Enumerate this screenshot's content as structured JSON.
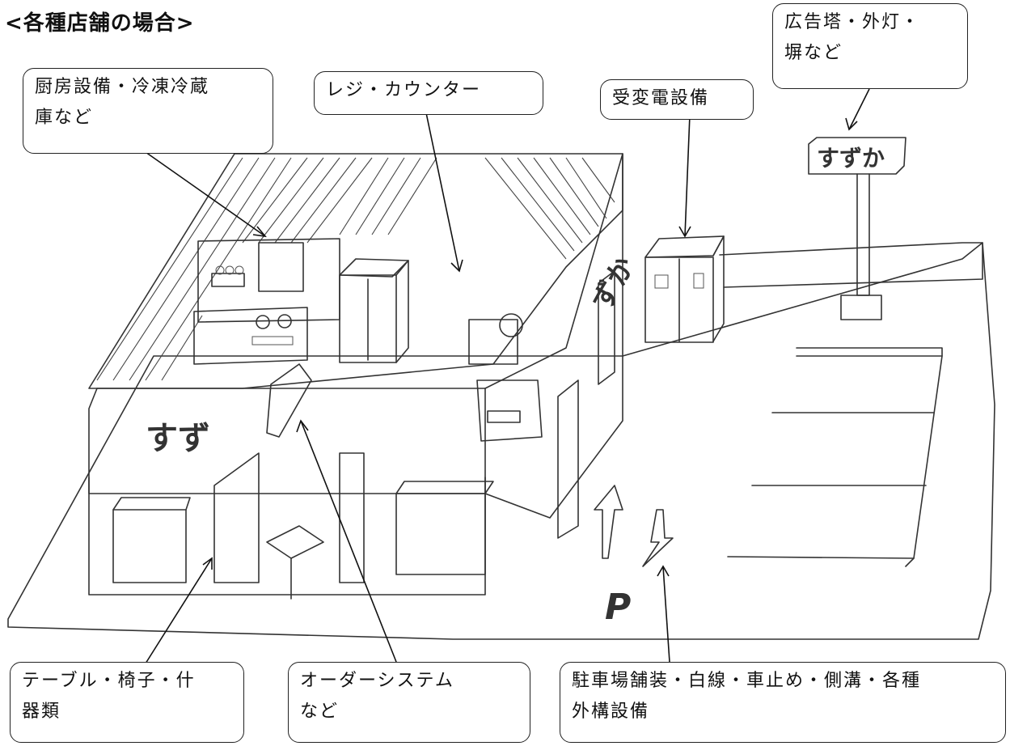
{
  "page_title": "<各種店舗の場合>",
  "callouts": {
    "sign": [
      "広告塔・外灯・",
      "塀など"
    ],
    "kitchen": [
      "厨房設備・冷凍冷蔵",
      "庫など"
    ],
    "register": [
      "レジ・カウンター"
    ],
    "power": [
      "受変電設備"
    ],
    "furniture": [
      "テーブル・椅子・什",
      "器類"
    ],
    "order": [
      "オーダーシステム",
      "など"
    ],
    "parking": [
      "駐車場舗装・白線・車止め・側溝・各種",
      "外構設備"
    ]
  },
  "signage": {
    "store_name": "すずか",
    "front_wall_text": "すず",
    "side_wall_text": "ずか",
    "parking_mark": "P"
  }
}
